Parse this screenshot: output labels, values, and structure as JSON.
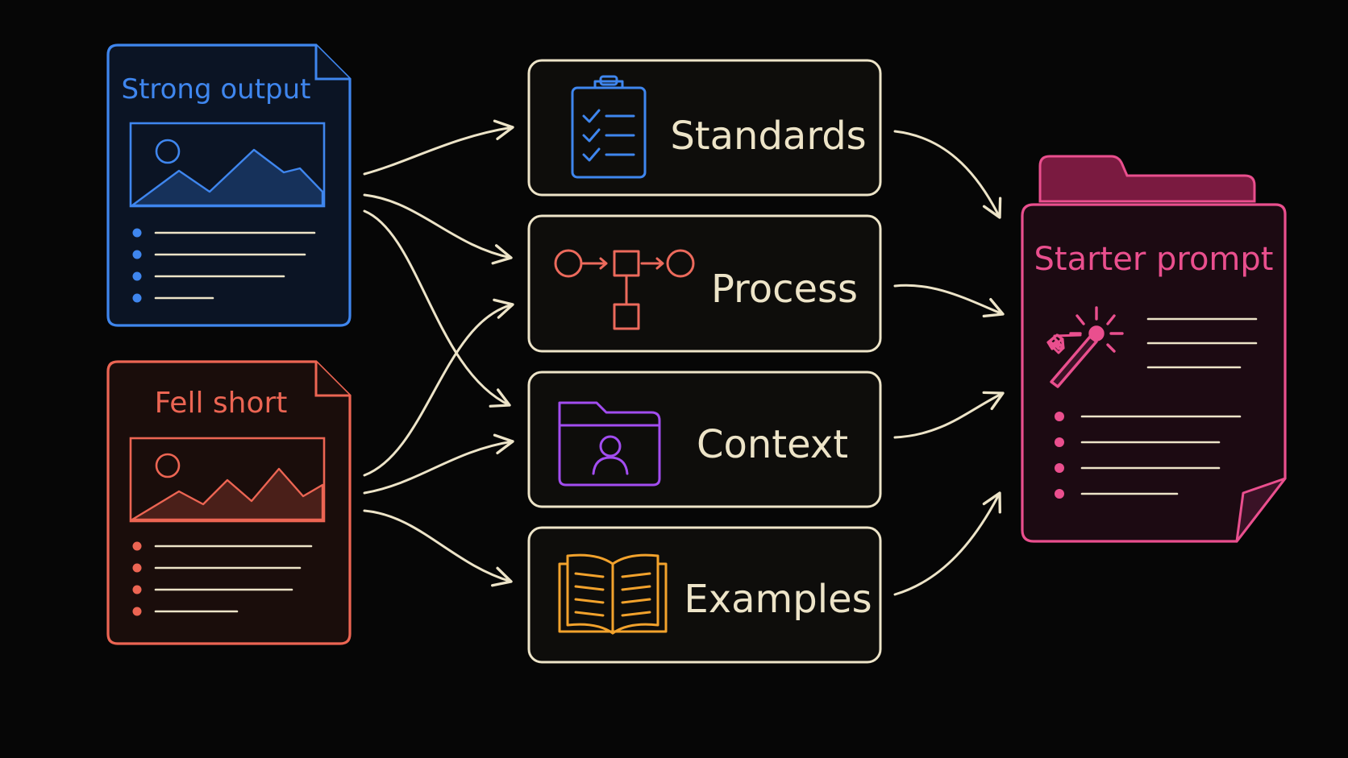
{
  "colors": {
    "background": "#060606",
    "cream": "#EDE4C8",
    "blue": "#3F86EE",
    "red": "#EC6553",
    "pink": "#EA4F8E",
    "purple": "#A24DF0",
    "orange": "#F2A22C",
    "coral": "#EC6A5C"
  },
  "inputs": {
    "strong": {
      "title": "Strong output",
      "icon": "image-icon"
    },
    "short": {
      "title": "Fell short",
      "icon": "image-icon"
    }
  },
  "categories": [
    {
      "label": "Standards",
      "icon": "clipboard-checklist-icon"
    },
    {
      "label": "Process",
      "icon": "flowchart-icon"
    },
    {
      "label": "Context",
      "icon": "folder-person-icon"
    },
    {
      "label": "Examples",
      "icon": "open-book-icon"
    }
  ],
  "output": {
    "title": "Starter prompt",
    "icon": "magic-wand-icon"
  }
}
